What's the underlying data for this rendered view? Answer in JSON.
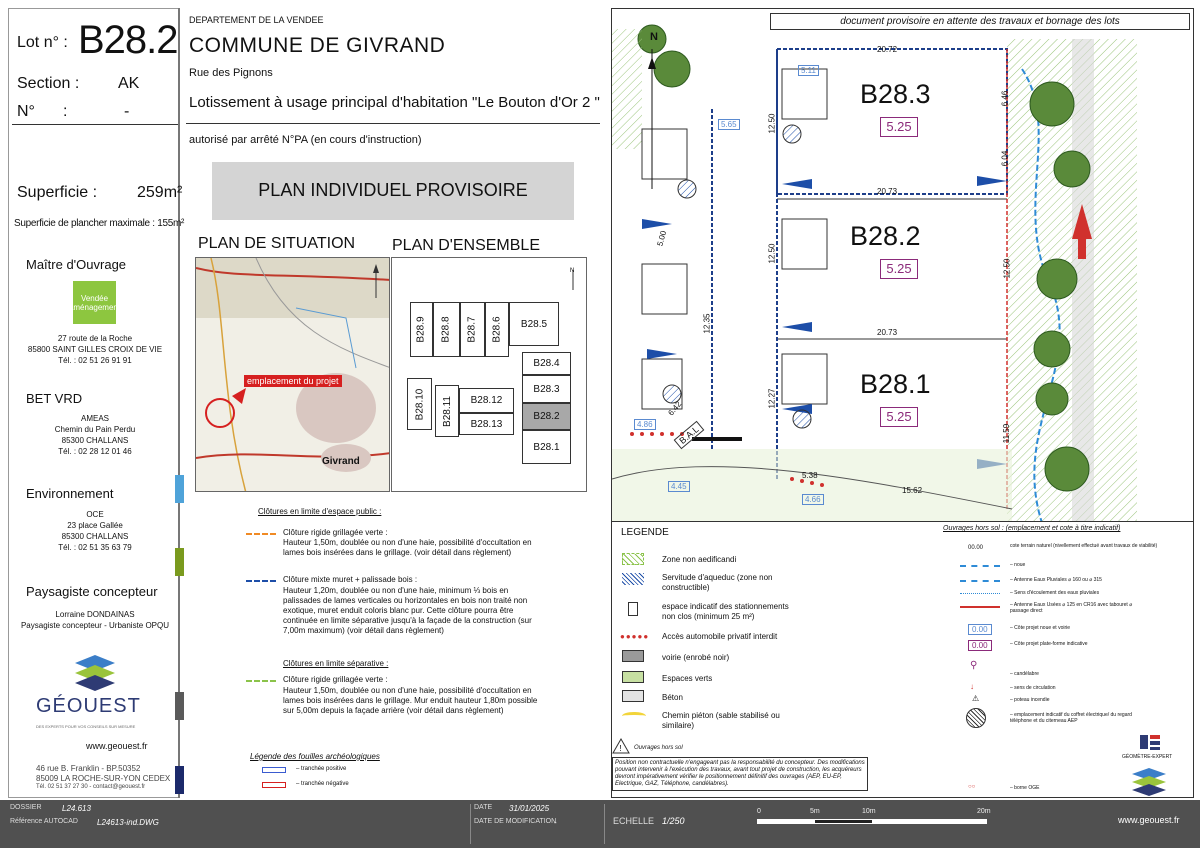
{
  "cartouche": {
    "lot_label": "Lot n° :",
    "lot_number": "B28.2",
    "section_label": "Section :",
    "section_value": "AK",
    "no_label": "N°",
    "no_colon": ":",
    "no_value": "-",
    "superficie_label": "Superficie :",
    "superficie_value": "259m²",
    "plancher": "Superficie de plancher  maximale : 155m²",
    "moa_title": "Maître d'Ouvrage",
    "moa_logo": "Vendée aménagement",
    "moa_addr1": "27 route de la Roche",
    "moa_addr2": "85800 SAINT GILLES CROIX DE VIE",
    "moa_tel": "Tél. : 02 51 26 91 91",
    "bet_title": "BET VRD",
    "bet_name": "AMEAS",
    "bet_addr1": "Chemin du Pain Perdu",
    "bet_addr2": "85300 CHALLANS",
    "bet_tel": "Tél. : 02 28 12 01 46",
    "env_title": "Environnement",
    "env_name": "OCE",
    "env_addr1": "23 place Gallée",
    "env_addr2": "85300 CHALLANS",
    "env_tel": "Tél. : 02 51 35 63 79",
    "pay_title": "Paysagiste concepteur",
    "pay_name": "Lorraine DONDAINAS",
    "pay_role": "Paysagiste concepteur - Urbaniste OPQU",
    "geouest": "GÉOUEST",
    "geouest_tag": "DES EXPERTS POUR VOS CONSEILS SUR MESURE",
    "geouest_web": "www.geouest.fr",
    "geouest_addr1": "46 rue B. Franklin - BP.50352",
    "geouest_addr2": "85009 LA ROCHE-SUR-YON CEDEX",
    "geouest_tel": "Tél. 02 51 37 27 30 - contact@geouest.fr",
    "tab_colors": [
      "#4fa3d9",
      "#7a9a1e",
      "#5a5a5a",
      "#1c2a6b"
    ]
  },
  "header": {
    "dept": "DEPARTEMENT DE LA VENDEE",
    "commune": "COMMUNE DE GIVRAND",
    "street": "Rue des Pignons",
    "lotissement": "Lotissement à  usage principal d'habitation \"Le Bouton d'Or 2 \"",
    "arrete": "autorisé par arrêté N°PA (en cours d'instruction)",
    "banner": "PLAN INDIVIDUEL PROVISOIRE",
    "situation": "PLAN DE SITUATION",
    "ensemble": "PLAN D'ENSEMBLE",
    "map_label": "emplacement du projet",
    "map_town": "Givrand"
  },
  "ensemble_lots": [
    "B28.9",
    "B28.8",
    "B28.7",
    "B28.6",
    "B28.5",
    "B28.4",
    "B28.3",
    "B28.2",
    "B28.1",
    "B28.10",
    "B28.11",
    "B28.12",
    "B28.13"
  ],
  "clotures": {
    "title_public": "Clôtures en limite d'espace public :",
    "item1_title": "Clôture rigide grillagée verte :",
    "item1_body": "Hauteur 1,50m, doublée ou non d'une haie, possibilité d'occultation en lames bois insérées dans le grillage. (voir détail dans règlement)",
    "item2_title": "Clôture mixte muret + palissade bois :",
    "item2_body": "Hauteur 1,20m, doublée ou non d'une haie, minimum ⅓ bois en palissades de lames verticales ou horizontales en bois non traité non exotique, muret enduit coloris blanc pur. Cette clôture pourra être continuée en limite séparative jusqu'à la façade de la construction (sur 7,00m maximum) (voir détail dans règlement)",
    "title_sep": "Clôtures en limite séparative :",
    "item3_title": "Clôture rigide grillagée verte :",
    "item3_body": "Hauteur 1,50m, doublée ou non d'une haie, possibilité d'occultation en lames bois insérées dans le grillage. Mur enduit hauteur 1,80m possible sur 5,00m  depuis la façade arrière (voir détail dans règlement)",
    "fouilles_title": "Légende  des  fouilles  archéologiques",
    "fouille_pos": "tranchée positive",
    "fouille_neg": "tranchée négative"
  },
  "plan": {
    "disclaimer": "document provisoire en attente des travaux et bornage des lots",
    "north": "N",
    "lots": [
      {
        "name": "B28.3",
        "cote": "5.25"
      },
      {
        "name": "B28.2",
        "cote": "5.25"
      },
      {
        "name": "B28.1",
        "cote": "5.25"
      }
    ],
    "dims": [
      "20.72",
      "20.73",
      "20.73",
      "15.62",
      "12.50",
      "12.50",
      "12.27",
      "6.46",
      "6.04",
      "12.50",
      "11.59",
      "12.35",
      "6.42",
      "5.38",
      "5.00",
      "4.86",
      "4.45",
      "4.66",
      "5.11",
      "5.65"
    ],
    "bal": "B.A.L"
  },
  "legende": {
    "title": "LEGENDE",
    "items": [
      "Zone non aedificandi",
      "Servitude d'aqueduc (zone non constructible)",
      "espace indicatif des stationnements non clos (minimum 25 m²)",
      "Accès automobile privatif interdit",
      "voirie (enrobé noir)",
      "Espaces verts",
      "Béton",
      "Chemin piéton (sable stabilisé ou similaire)"
    ],
    "ouvrages_title": "Ouvrages hors sol",
    "ouvrages_note": "Position non contractuelle n'engageant pas la responsabilité du concepteur. Des modifications pouvant intervenir à l'exécution des travaux, avant tout projet de construction, les acquéreurs devront impérativement vérifier le positionnement définitif des ouvrages (AEP, EU-EP, Electrique, GAZ, Téléphone, candélabres).",
    "right_title": "Ouvrages  hors  sol :  (emplacement et cote à titre indicatif)",
    "right_items": [
      "cote terrain naturel (nivellement effectué avant travaux de viabilité)",
      "noue",
      "Antenne Eaux Pluviales ⌀ 160 ou ⌀ 315",
      "Sens d'écoulement des eaux pluviales",
      "Antenne Eaux Usées ⌀ 125 en CR16 avec tabouret  ⌀ passage direct",
      "Côte projet noue et voirie",
      "Côte projet plate-forme indicative",
      "candélabre",
      "sens de circulation",
      "poteau incendie",
      "emplacement indicatif du coffret électrique/ du regard téléphone et du citerneau AEP",
      "borne OGE"
    ],
    "right_syms": [
      "00.00",
      "0.00",
      "0.00"
    ],
    "geometre": "GÉOMÈTRE-EXPERT"
  },
  "footer": {
    "dossier_label": "DOSSIER",
    "dossier_value": "L24.613",
    "autocad_label": "Référence AUTOCAD",
    "autocad_value": "L24613-ind.DWG",
    "date_label": "DATE",
    "date_value": "31/01/2025",
    "datemod_label": "DATE DE MODIFICATION",
    "datemod_value": "-",
    "echelle_label": "ECHELLE",
    "echelle_value": "1/250",
    "scale_ticks": [
      "0",
      "5m",
      "10m",
      "20m"
    ],
    "web": "www.geouest.fr"
  }
}
